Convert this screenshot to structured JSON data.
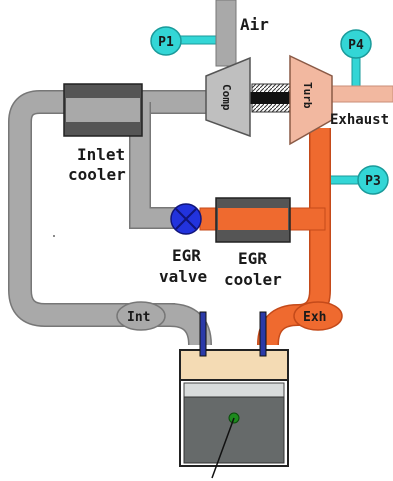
{
  "labels": {
    "air": "Air",
    "comp": "Comp",
    "turb": "Turb",
    "exhaust": "Exhaust",
    "inlet_cooler_line1": "Inlet",
    "inlet_cooler_line2": "cooler",
    "egr_valve_line1": "EGR",
    "egr_valve_line2": "valve",
    "egr_cooler_line1": "EGR",
    "egr_cooler_line2": "cooler",
    "int": "Int",
    "exh": "Exh"
  },
  "pressure_sensors": [
    "P1",
    "P4",
    "P3"
  ],
  "colors": {
    "intake_pipe": "#a9a9a9",
    "exhaust_pipe": "#ef6a2f",
    "cooler_body": "#555555",
    "turbine": "#f2b8a0",
    "compressor": "#bfbfbf",
    "sensor": "#33d6d6",
    "egr_valve": "#2233dd",
    "piston": "#666a6a",
    "cylinder_top": "#f4dbb4",
    "valve_stem": "#2b3aa8"
  }
}
